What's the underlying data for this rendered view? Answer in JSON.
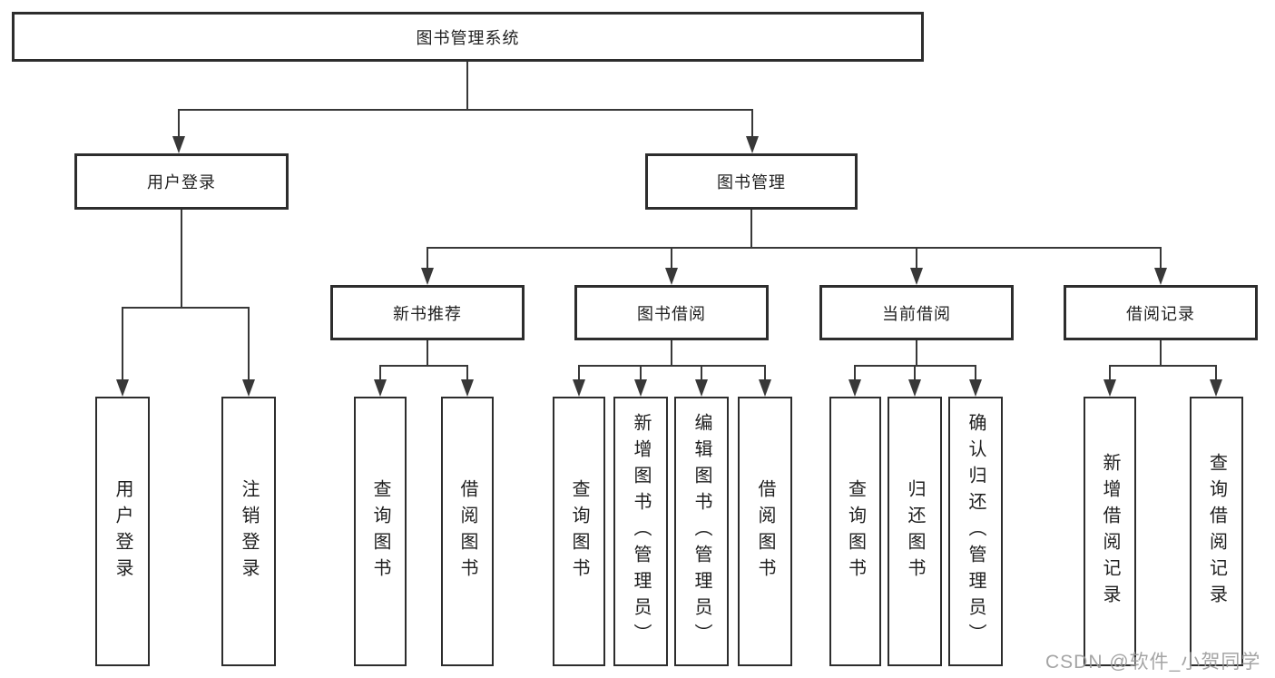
{
  "diagram_title": "图书管理系统",
  "colors": {
    "background": "#ffffff",
    "line": "#383838",
    "box_border": "#2d2d2d",
    "text": "#1f1f1f",
    "watermark": "#9b9b9b"
  },
  "tree": {
    "root": "图书管理系统",
    "children": [
      {
        "label": "用户登录",
        "children": [
          "用户登录",
          "注销登录"
        ]
      },
      {
        "label": "图书管理",
        "children": [
          {
            "label": "新书推荐",
            "children": [
              "查询图书",
              "借阅图书"
            ]
          },
          {
            "label": "图书借阅",
            "children": [
              "查询图书",
              "新增图书（管理员）",
              "编辑图书（管理员）",
              "借阅图书"
            ]
          },
          {
            "label": "当前借阅",
            "children": [
              "查询图书",
              "归还图书",
              "确认归还（管理员）"
            ]
          },
          {
            "label": "借阅记录",
            "children": [
              "新增借阅记录",
              "查询借阅记录"
            ]
          }
        ]
      }
    ]
  },
  "watermark": {
    "text": "CSDN @软件_小贺同学"
  }
}
